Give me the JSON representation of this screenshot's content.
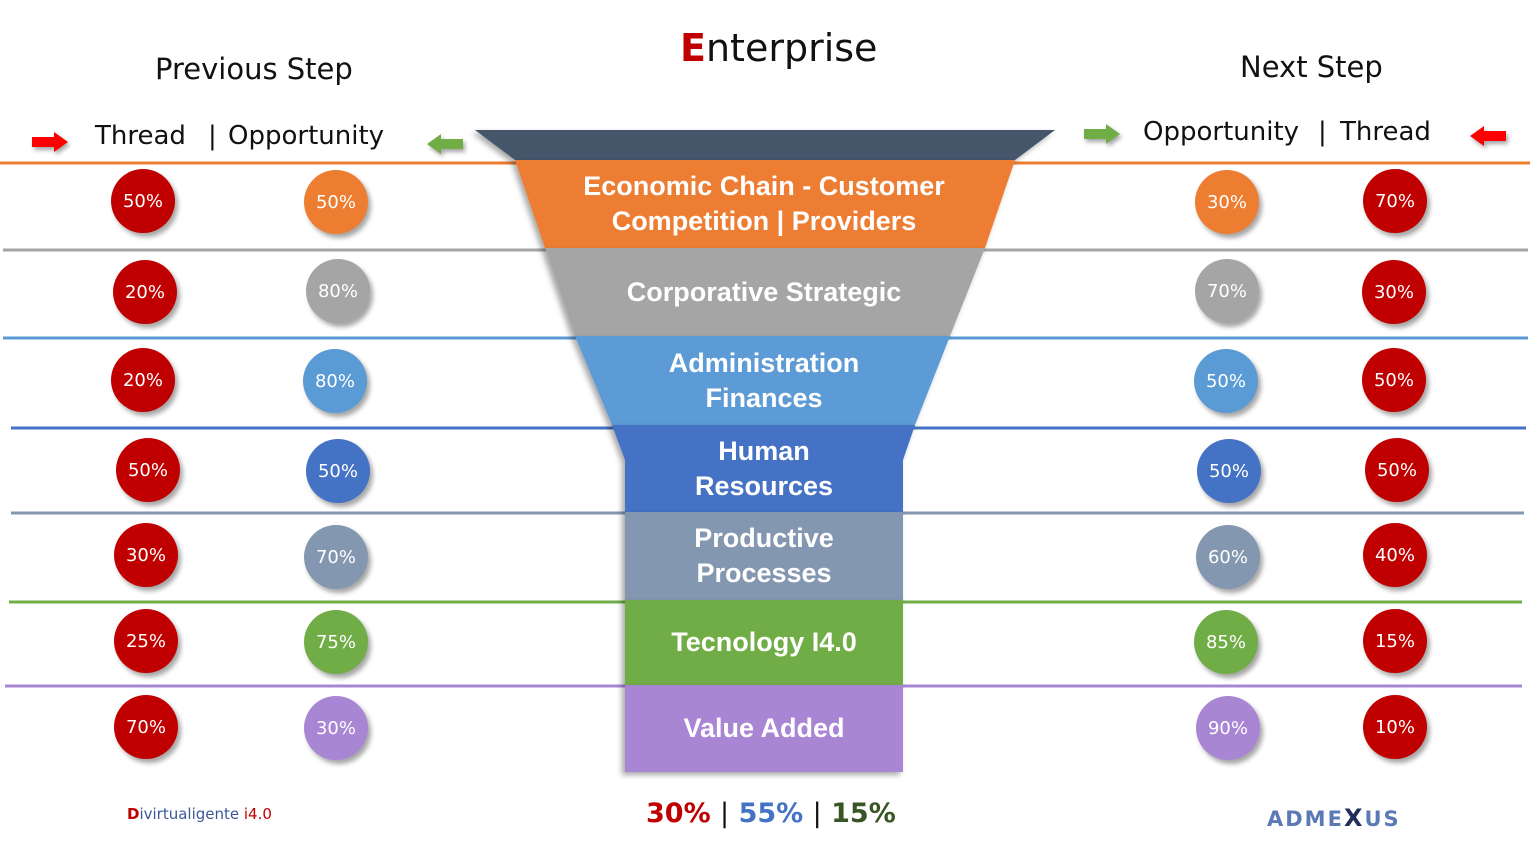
{
  "title": {
    "first_letter": "E",
    "rest": "nterprise"
  },
  "left": {
    "heading": "Previous  Step",
    "col1_label": "Thread",
    "separator": "|",
    "col2_label": "Opportunity"
  },
  "right": {
    "heading": "Next Step",
    "col1_label": "Opportunity",
    "separator": "|",
    "col2_label": "Thread"
  },
  "colors": {
    "thread": "#c00000",
    "funnel_top": "#44546a",
    "arrow_red": "#ff0000",
    "arrow_green": "#70ad47"
  },
  "levels": [
    {
      "name": "Economic Chain - Customer\nCompetition | Providers",
      "line1": "Economic Chain - Customer",
      "line2": "Competition | Providers",
      "color": "#ed7d31",
      "prev_thread": "50%",
      "prev_opportunity": "50%",
      "next_opportunity": "30%",
      "next_thread": "70%"
    },
    {
      "name": "Corporative Strategic",
      "line1": "Corporative Strategic",
      "line2": "",
      "color": "#a5a5a5",
      "prev_thread": "20%",
      "prev_opportunity": "80%",
      "next_opportunity": "70%",
      "next_thread": "30%"
    },
    {
      "name": "Administration Finances",
      "line1": "Administration",
      "line2": "Finances",
      "color": "#5b9bd5",
      "prev_thread": "20%",
      "prev_opportunity": "80%",
      "next_opportunity": "50%",
      "next_thread": "50%"
    },
    {
      "name": "Human Resources",
      "line1": "Human",
      "line2": "Resources",
      "color": "#4472c4",
      "prev_thread": "50%",
      "prev_opportunity": "50%",
      "next_opportunity": "50%",
      "next_thread": "50%"
    },
    {
      "name": "Productive Processes",
      "line1": "Productive",
      "line2": "Processes",
      "color": "#8497b0",
      "prev_thread": "30%",
      "prev_opportunity": "70%",
      "next_opportunity": "60%",
      "next_thread": "40%"
    },
    {
      "name": "Tecnology I4.0",
      "line1": "Tecnology I4.0",
      "line2": "",
      "color": "#70ad47",
      "prev_thread": "25%",
      "prev_opportunity": "75%",
      "next_opportunity": "85%",
      "next_thread": "15%"
    },
    {
      "name": "Value Added",
      "line1": "Value Added",
      "line2": "",
      "color": "#a986d4",
      "prev_thread": "70%",
      "prev_opportunity": "30%",
      "next_opportunity": "90%",
      "next_thread": "10%"
    }
  ],
  "footer": {
    "left_logo": {
      "d": "D",
      "rest": "ivirtualigente ",
      "suffix": "i4.0"
    },
    "summary": [
      {
        "value": "30%",
        "color": "#c00000"
      },
      {
        "value": "55%",
        "color": "#4472c4"
      },
      {
        "value": "15%",
        "color": "#375623"
      }
    ],
    "summary_separator": "|",
    "right_logo": {
      "pre": "ADME",
      "x": "X",
      "post": "US"
    }
  }
}
